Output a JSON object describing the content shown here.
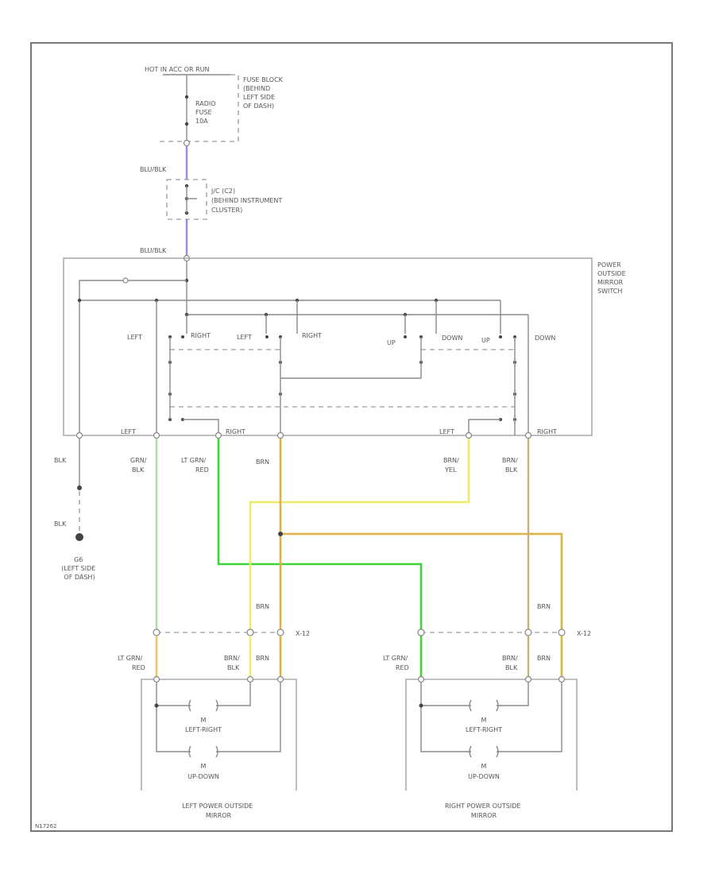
{
  "labels": {
    "hot": "HOT IN ACC OR RUN",
    "fuse_block": [
      "FUSE BLOCK",
      "(BEHIND",
      "LEFT SIDE",
      "OF DASH)"
    ],
    "fuse": [
      "RADIO",
      "FUSE",
      "10A"
    ],
    "wire_blu_blk": "BLU/BLK",
    "jc": [
      "J/C (C2)",
      "(BEHIND INSTRUMENT",
      "CLUSTER)"
    ],
    "switch_name": [
      "POWER",
      "OUTSIDE",
      "MIRROR",
      "SWITCH"
    ],
    "left": "LEFT",
    "right": "RIGHT",
    "up": "UP",
    "down": "DOWN",
    "blk": "BLK",
    "ground": [
      "G6",
      "(LEFT SIDE",
      "OF DASH)"
    ],
    "grn_blk": [
      "GRN/",
      "BLK"
    ],
    "lt_grn_red": [
      "LT GRN/",
      "RED"
    ],
    "brn": "BRN",
    "brn_yel": [
      "BRN/",
      "YEL"
    ],
    "brn_blk": [
      "BRN/",
      "BLK"
    ],
    "connector": "X-12",
    "motor": "M",
    "left_right": "LEFT-RIGHT",
    "up_down": "UP-DOWN",
    "left_mirror": [
      "LEFT POWER OUTSIDE",
      "MIRROR"
    ],
    "right_mirror": [
      "RIGHT POWER OUTSIDE",
      "MIRROR"
    ],
    "figure_id": "N17262"
  },
  "colors": {
    "blu_blk": "#8f8fe8",
    "grn_blk": "#a9dca0",
    "lt_grn_red": "#3fd23a",
    "brn": "#d9b34a",
    "brn_yel": "#ecec6c",
    "brn_blk": "#c8b07a"
  }
}
